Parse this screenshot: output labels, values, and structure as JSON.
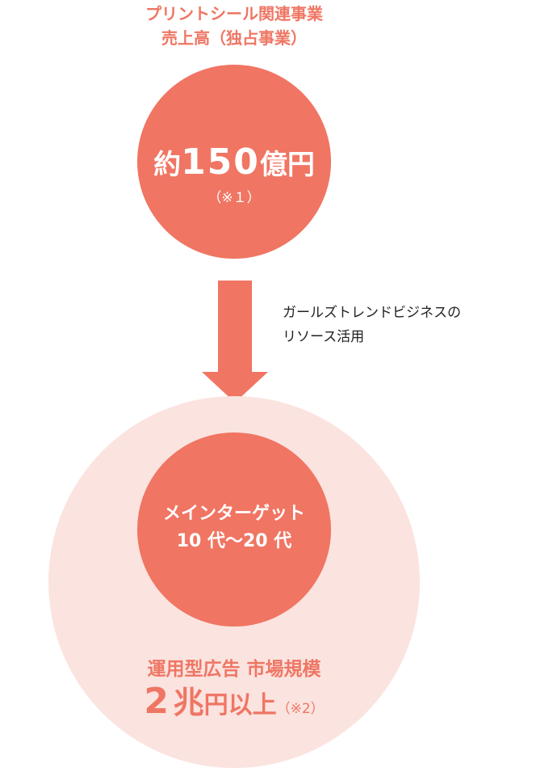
{
  "top_label": {
    "line1": "プリントシール関連事業",
    "line2": "売上高（独占事業）"
  },
  "top_circle": {
    "prefix": "約",
    "number": "150",
    "unit": "億円",
    "note": "（※１）"
  },
  "arrow_label": {
    "line1": "ガールズトレンドビジネスの",
    "line2": "リソース活用"
  },
  "inner_circle": {
    "line1": "メインターゲット",
    "line2": "10 代〜20 代"
  },
  "market": {
    "label": "運用型広告 市場規模",
    "number": "2",
    "unit1": "兆",
    "unit2": "円以上",
    "note": "（※2）"
  },
  "colors": {
    "accent": "#f07563",
    "light": "#fbe3df"
  }
}
